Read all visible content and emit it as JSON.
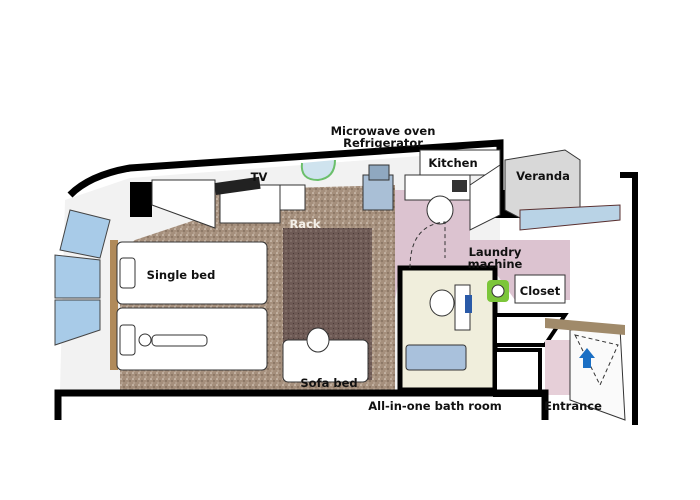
{
  "labels": {
    "microwave": "Microwave oven",
    "refrigerator": "Refrigerator",
    "kitchen": "Kitchen",
    "veranda": "Veranda",
    "tv": "TV",
    "rack": "Rack",
    "single_bed": "Single bed",
    "laundry_line1": "Laundry",
    "laundry_line2": "machine",
    "closet": "Closet",
    "sofa_bed": "Sofa bed",
    "bathroom": "All-in-one bath room",
    "entrance": "Entrance"
  },
  "colors": {
    "wall": "#000000",
    "carpet": "#a08a78",
    "rug": "#6e5a55",
    "pink_floor": "#dcc3d0",
    "window": "#a8cbe8",
    "bath_floor": "#f0eedc",
    "laundry": "#7cc63a",
    "arrow": "#1a6fc4"
  }
}
